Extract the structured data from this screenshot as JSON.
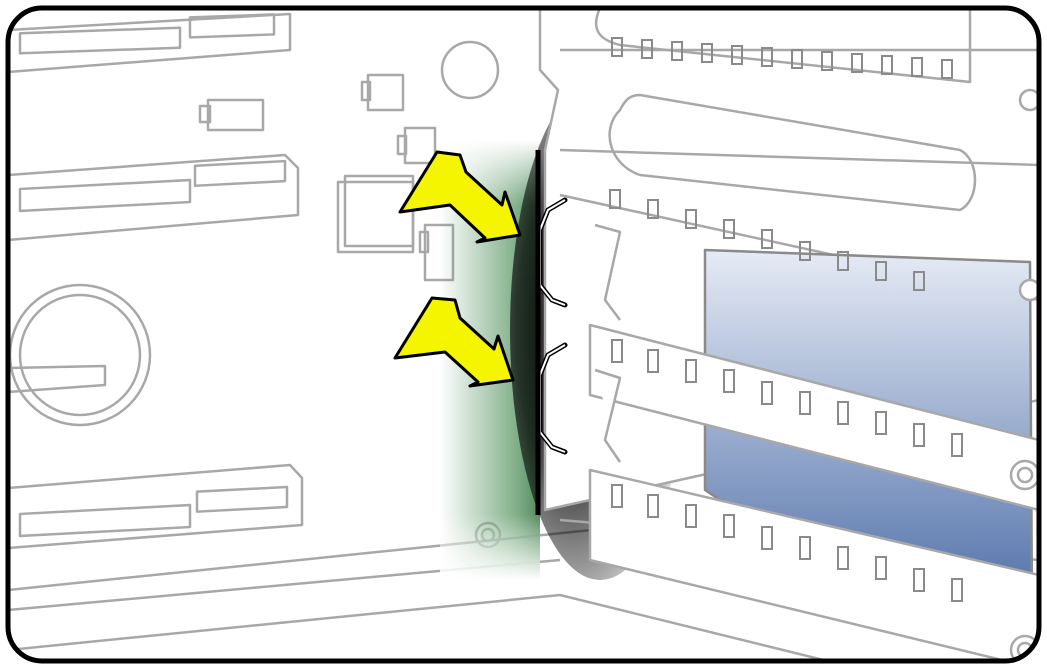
{
  "illustration": {
    "subject": "",
    "arrows": [
      {
        "name": "upper-arrow",
        "color": "#f5f500",
        "points_to": "upper-bracket-clip"
      },
      {
        "name": "lower-arrow",
        "color": "#f5f500",
        "points_to": "lower-bracket-clip"
      }
    ],
    "colors": {
      "frame_border": "#000000",
      "line_art": "#a8a8a8",
      "background": "#ffffff",
      "highlight_green": "#4f8f5a",
      "arrow_fill": "#f5f500",
      "arrow_stroke": "#000000",
      "card_blue_top": "#e6ebf5",
      "card_blue_bottom": "#4f6fa8"
    }
  }
}
